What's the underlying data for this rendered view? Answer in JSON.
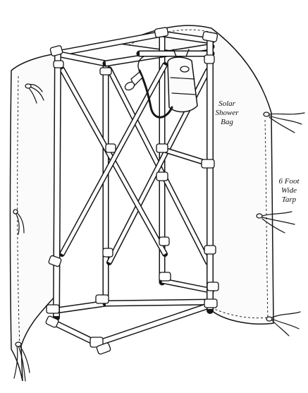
{
  "labels": {
    "bag_line1": "Solar",
    "bag_line2": "Shower",
    "bag_line3": "Bag",
    "tarp_line1": "6 Foot",
    "tarp_line2": "Wide",
    "tarp_line3": "Tarp"
  },
  "colors": {
    "ink": "#151515",
    "paper": "#ffffff"
  }
}
